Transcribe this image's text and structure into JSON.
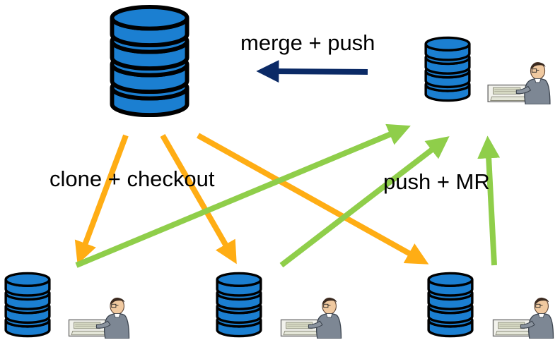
{
  "labels": {
    "merge_push": "merge + push",
    "clone_checkout": "clone + checkout",
    "push_mr": "push + MR"
  },
  "colors": {
    "db_fill": "#1b7fd1",
    "db_stroke": "#000000",
    "merge_arrow": "#0b2a66",
    "clone_arrow": "#ffad14",
    "push_arrow": "#8fce4a",
    "background": "#ffffff"
  },
  "nodes": [
    {
      "id": "central-repository",
      "icon": "database-icon"
    },
    {
      "id": "maintainer-repository",
      "icon": "database-icon",
      "user_icon": "developer-at-computer-icon"
    },
    {
      "id": "developer-repository-1",
      "icon": "database-icon",
      "user_icon": "developer-at-computer-icon"
    },
    {
      "id": "developer-repository-2",
      "icon": "database-icon",
      "user_icon": "developer-at-computer-icon"
    },
    {
      "id": "developer-repository-3",
      "icon": "database-icon",
      "user_icon": "developer-at-computer-icon"
    }
  ],
  "edges": [
    {
      "from": "maintainer-repository",
      "to": "central-repository",
      "kind": "merge_push"
    },
    {
      "from": "central-repository",
      "to": "developer-repository-1",
      "kind": "clone_checkout"
    },
    {
      "from": "central-repository",
      "to": "developer-repository-2",
      "kind": "clone_checkout"
    },
    {
      "from": "central-repository",
      "to": "developer-repository-3",
      "kind": "clone_checkout"
    },
    {
      "from": "developer-repository-1",
      "to": "maintainer-repository",
      "kind": "push_mr"
    },
    {
      "from": "developer-repository-2",
      "to": "maintainer-repository",
      "kind": "push_mr"
    },
    {
      "from": "developer-repository-3",
      "to": "maintainer-repository",
      "kind": "push_mr"
    }
  ]
}
